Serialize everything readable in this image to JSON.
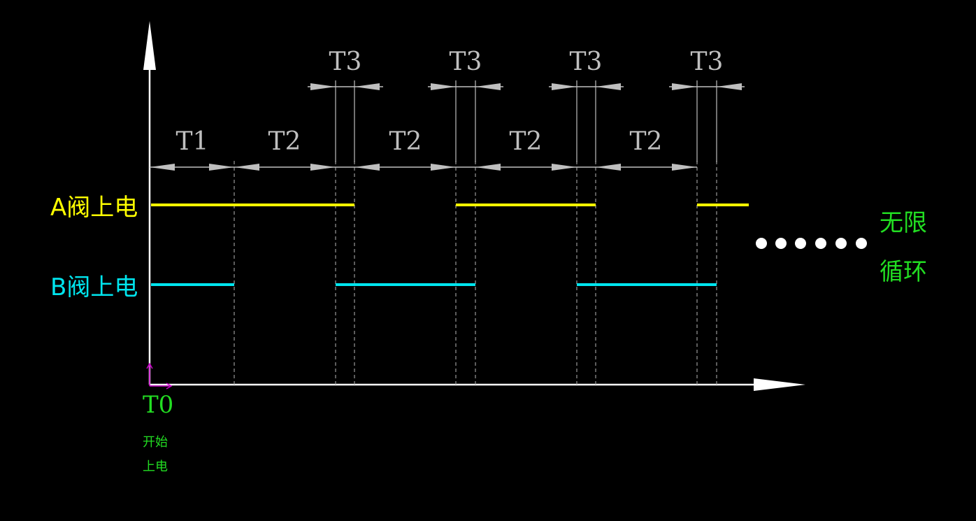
{
  "colors": {
    "background": "#000000",
    "axis": "#ffffff",
    "dimension": "#bfbfbf",
    "signal_a": "#ffff00",
    "signal_b": "#00e5ee",
    "annotation": "#22dd22",
    "origin_marker": "#cc00cc",
    "dots": "#ffffff"
  },
  "signals": [
    {
      "label": "A阀上电",
      "color": "#ffff00"
    },
    {
      "label": "B阀上电",
      "color": "#00e5ee"
    }
  ],
  "intervals": {
    "t1": "T1",
    "t2": "T2",
    "t3": "T3"
  },
  "origin": {
    "label": "T0",
    "note_line1": "开始",
    "note_line2": "上电"
  },
  "loop": {
    "line1": "无限",
    "line2": "循环",
    "dots": "●●●●●●"
  }
}
